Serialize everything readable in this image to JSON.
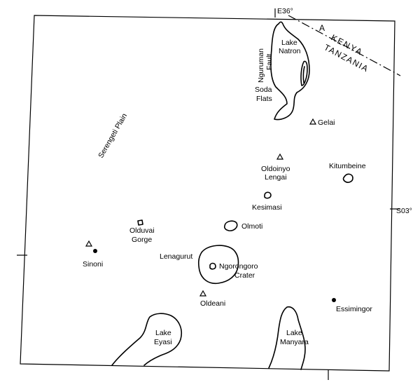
{
  "map": {
    "grid": {
      "meridian": "E36°",
      "parallel": "S03°"
    },
    "section_marker": "A",
    "countries": {
      "north": "KENYA",
      "south": "TANZANIA"
    },
    "regions": {
      "serengeti": "Serengeti Plain",
      "fault_line1": "Nguruman",
      "fault_line2": "Fault",
      "soda_line1": "Soda",
      "soda_line2": "Flats"
    },
    "lakes": {
      "natron_line1": "Lake",
      "natron_line2": "Natron",
      "eyasi_line1": "Lake",
      "eyasi_line2": "Eyasi",
      "manyara_line1": "Lake",
      "manyara_line2": "Manyara"
    },
    "volcanoes": {
      "gelai": "Gelai",
      "oldoinyo_line1": "Oldoinyo",
      "oldoinyo_line2": "Lengai",
      "kitumbeine": "Kitumbeine",
      "kesimasi": "Kesimasi",
      "olmoti": "Olmoti",
      "lenagurut": "Lenagurut",
      "ngorongoro_line1": "Ngorongoro",
      "ngorongoro_line2": "Crater",
      "oldeani": "Oldeani",
      "olduvai_line1": "Olduvai",
      "olduvai_line2": "Gorge"
    },
    "settlements": {
      "sinoni": "Sinoni",
      "essimingor": "Essimingor"
    }
  }
}
